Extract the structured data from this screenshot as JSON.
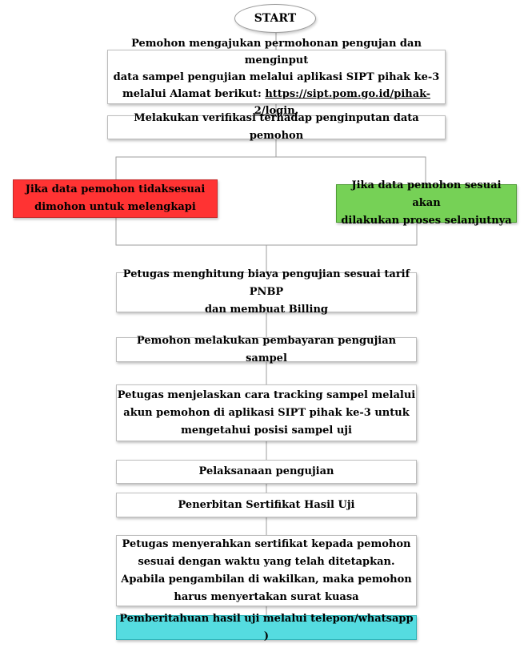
{
  "flow": {
    "start": "START",
    "step1": {
      "line1": "Pemohon mengajukan permohonan pengujan dan menginput",
      "line2": "data sampel pengujian melalui aplikasi SIPT pihak ke-3",
      "line3_prefix": "melalui Alamat berikut: ",
      "line3_link": "https://sipt.pom.go.id/pihak-2/login",
      "line3_suffix": "."
    },
    "step2": "Melakukan verifikasi terhadap penginputan data pemohon",
    "branch_fail": {
      "line1": "Jika data pemohon tidaksesuai",
      "line2": "dimohon untuk melengkapi",
      "color": "#ff3333"
    },
    "branch_ok": {
      "line1": "Jika data pemohon sesuai akan",
      "line2": "dilakukan proses selanjutnya",
      "color": "#76d156"
    },
    "step3": {
      "line1": "Petugas menghitung biaya pengujian sesuai tarif PNBP",
      "line2": "dan membuat Billing"
    },
    "step4": "Pemohon melakukan pembayaran pengujian sampel",
    "step5": {
      "line1": "Petugas menjelaskan cara tracking sampel melalui",
      "line2": "akun pemohon di aplikasi SIPT pihak ke-3 untuk",
      "line3": "mengetahui posisi sampel uji"
    },
    "step6": "Pelaksanaan pengujian",
    "step7": "Penerbitan Sertifikat Hasil Uji",
    "step8": {
      "line1": "Petugas menyerahkan sertifikat kepada pemohon",
      "line2": "sesuai dengan waktu yang telah ditetapkan.",
      "line3": "Apabila pengambilan di wakilkan, maka pemohon",
      "line4": "harus menyertakan surat kuasa"
    },
    "step9": {
      "text": "Pemberitahuan hasil uji melalui telepon/whatsapp )",
      "color": "#55dce0"
    }
  }
}
